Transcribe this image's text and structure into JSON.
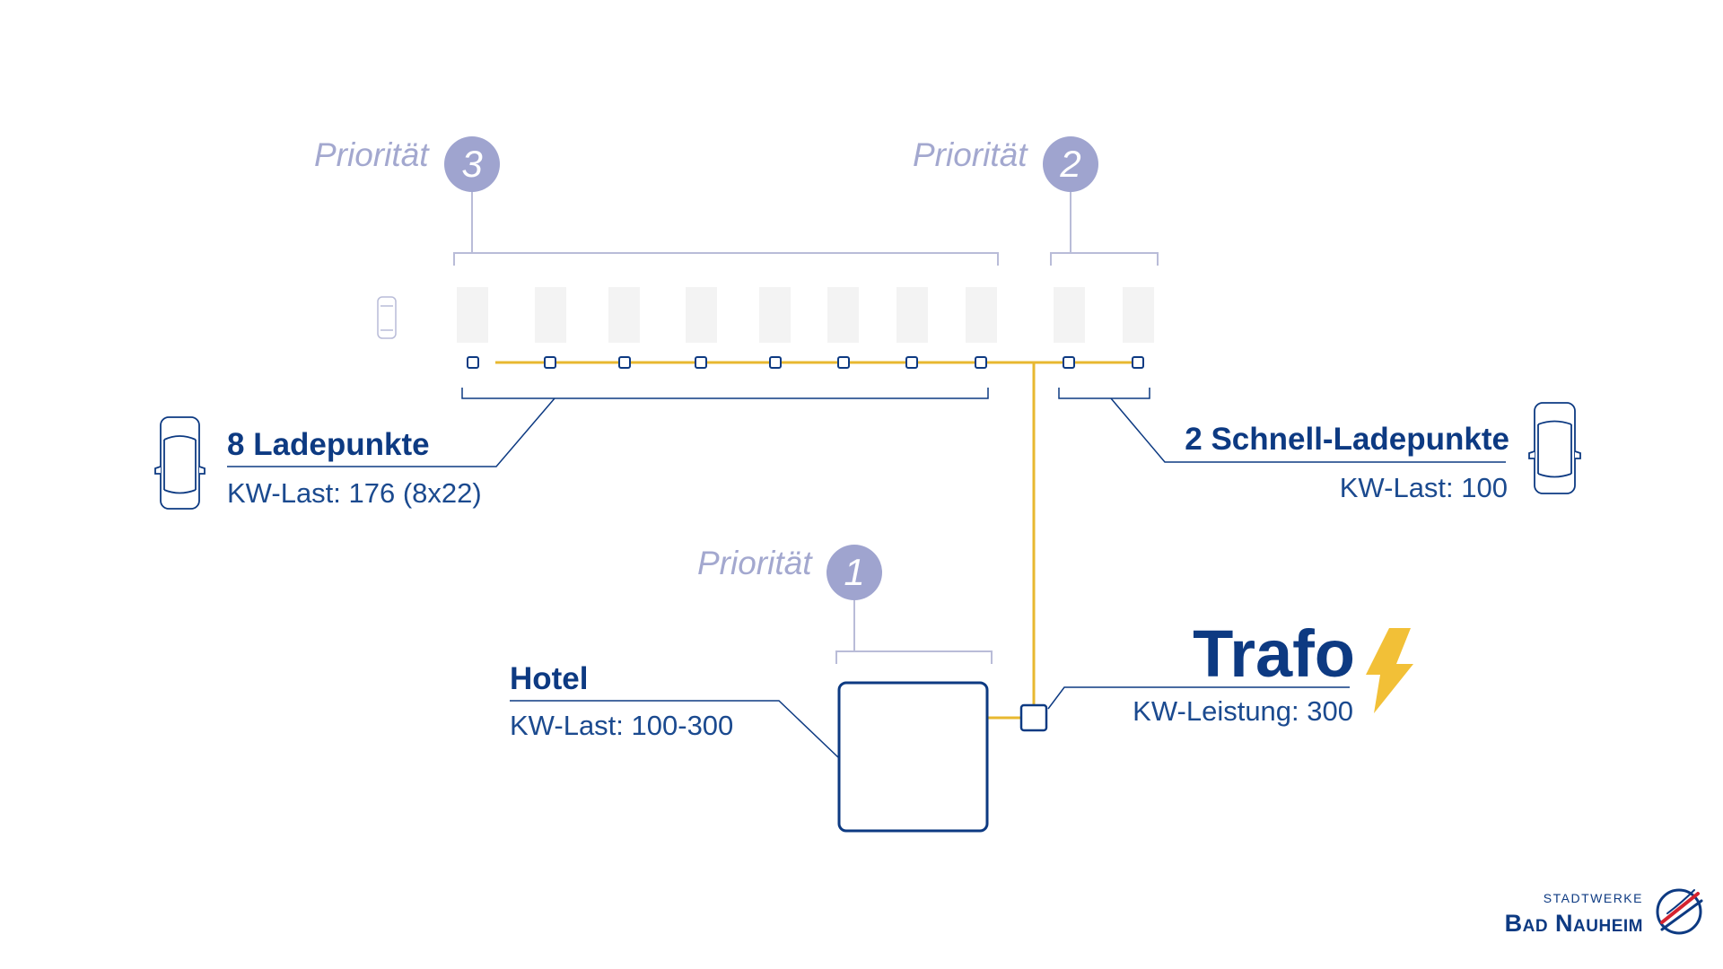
{
  "priorities": [
    {
      "label": "Priorität",
      "number": "3"
    },
    {
      "label": "Priorität",
      "number": "2"
    },
    {
      "label": "Priorität",
      "number": "1"
    }
  ],
  "ladepunkte": {
    "title": "8 Ladepunkte",
    "load": "KW-Last: 176 (8x22)"
  },
  "schnell": {
    "title": "2 Schnell-Ladepunkte",
    "load": "KW-Last: 100"
  },
  "hotel": {
    "title": "Hotel",
    "load": "KW-Last: 100-300"
  },
  "trafo": {
    "title": "Trafo",
    "power": "KW-Leistung: 300"
  },
  "logo": {
    "line1": "Stadtwerke",
    "line2": "Bad Nauheim"
  },
  "colors": {
    "navy": "#0d3a82",
    "priority": "#9fa4cf",
    "cable": "#e8b830",
    "lightning": "#f2c037",
    "bracket": "#b9bcd8",
    "slot": "#f3f3f3",
    "logo_red": "#d4232f"
  },
  "icons": [
    "car-icon",
    "lightning-icon",
    "stadtwerke-logo-icon"
  ]
}
